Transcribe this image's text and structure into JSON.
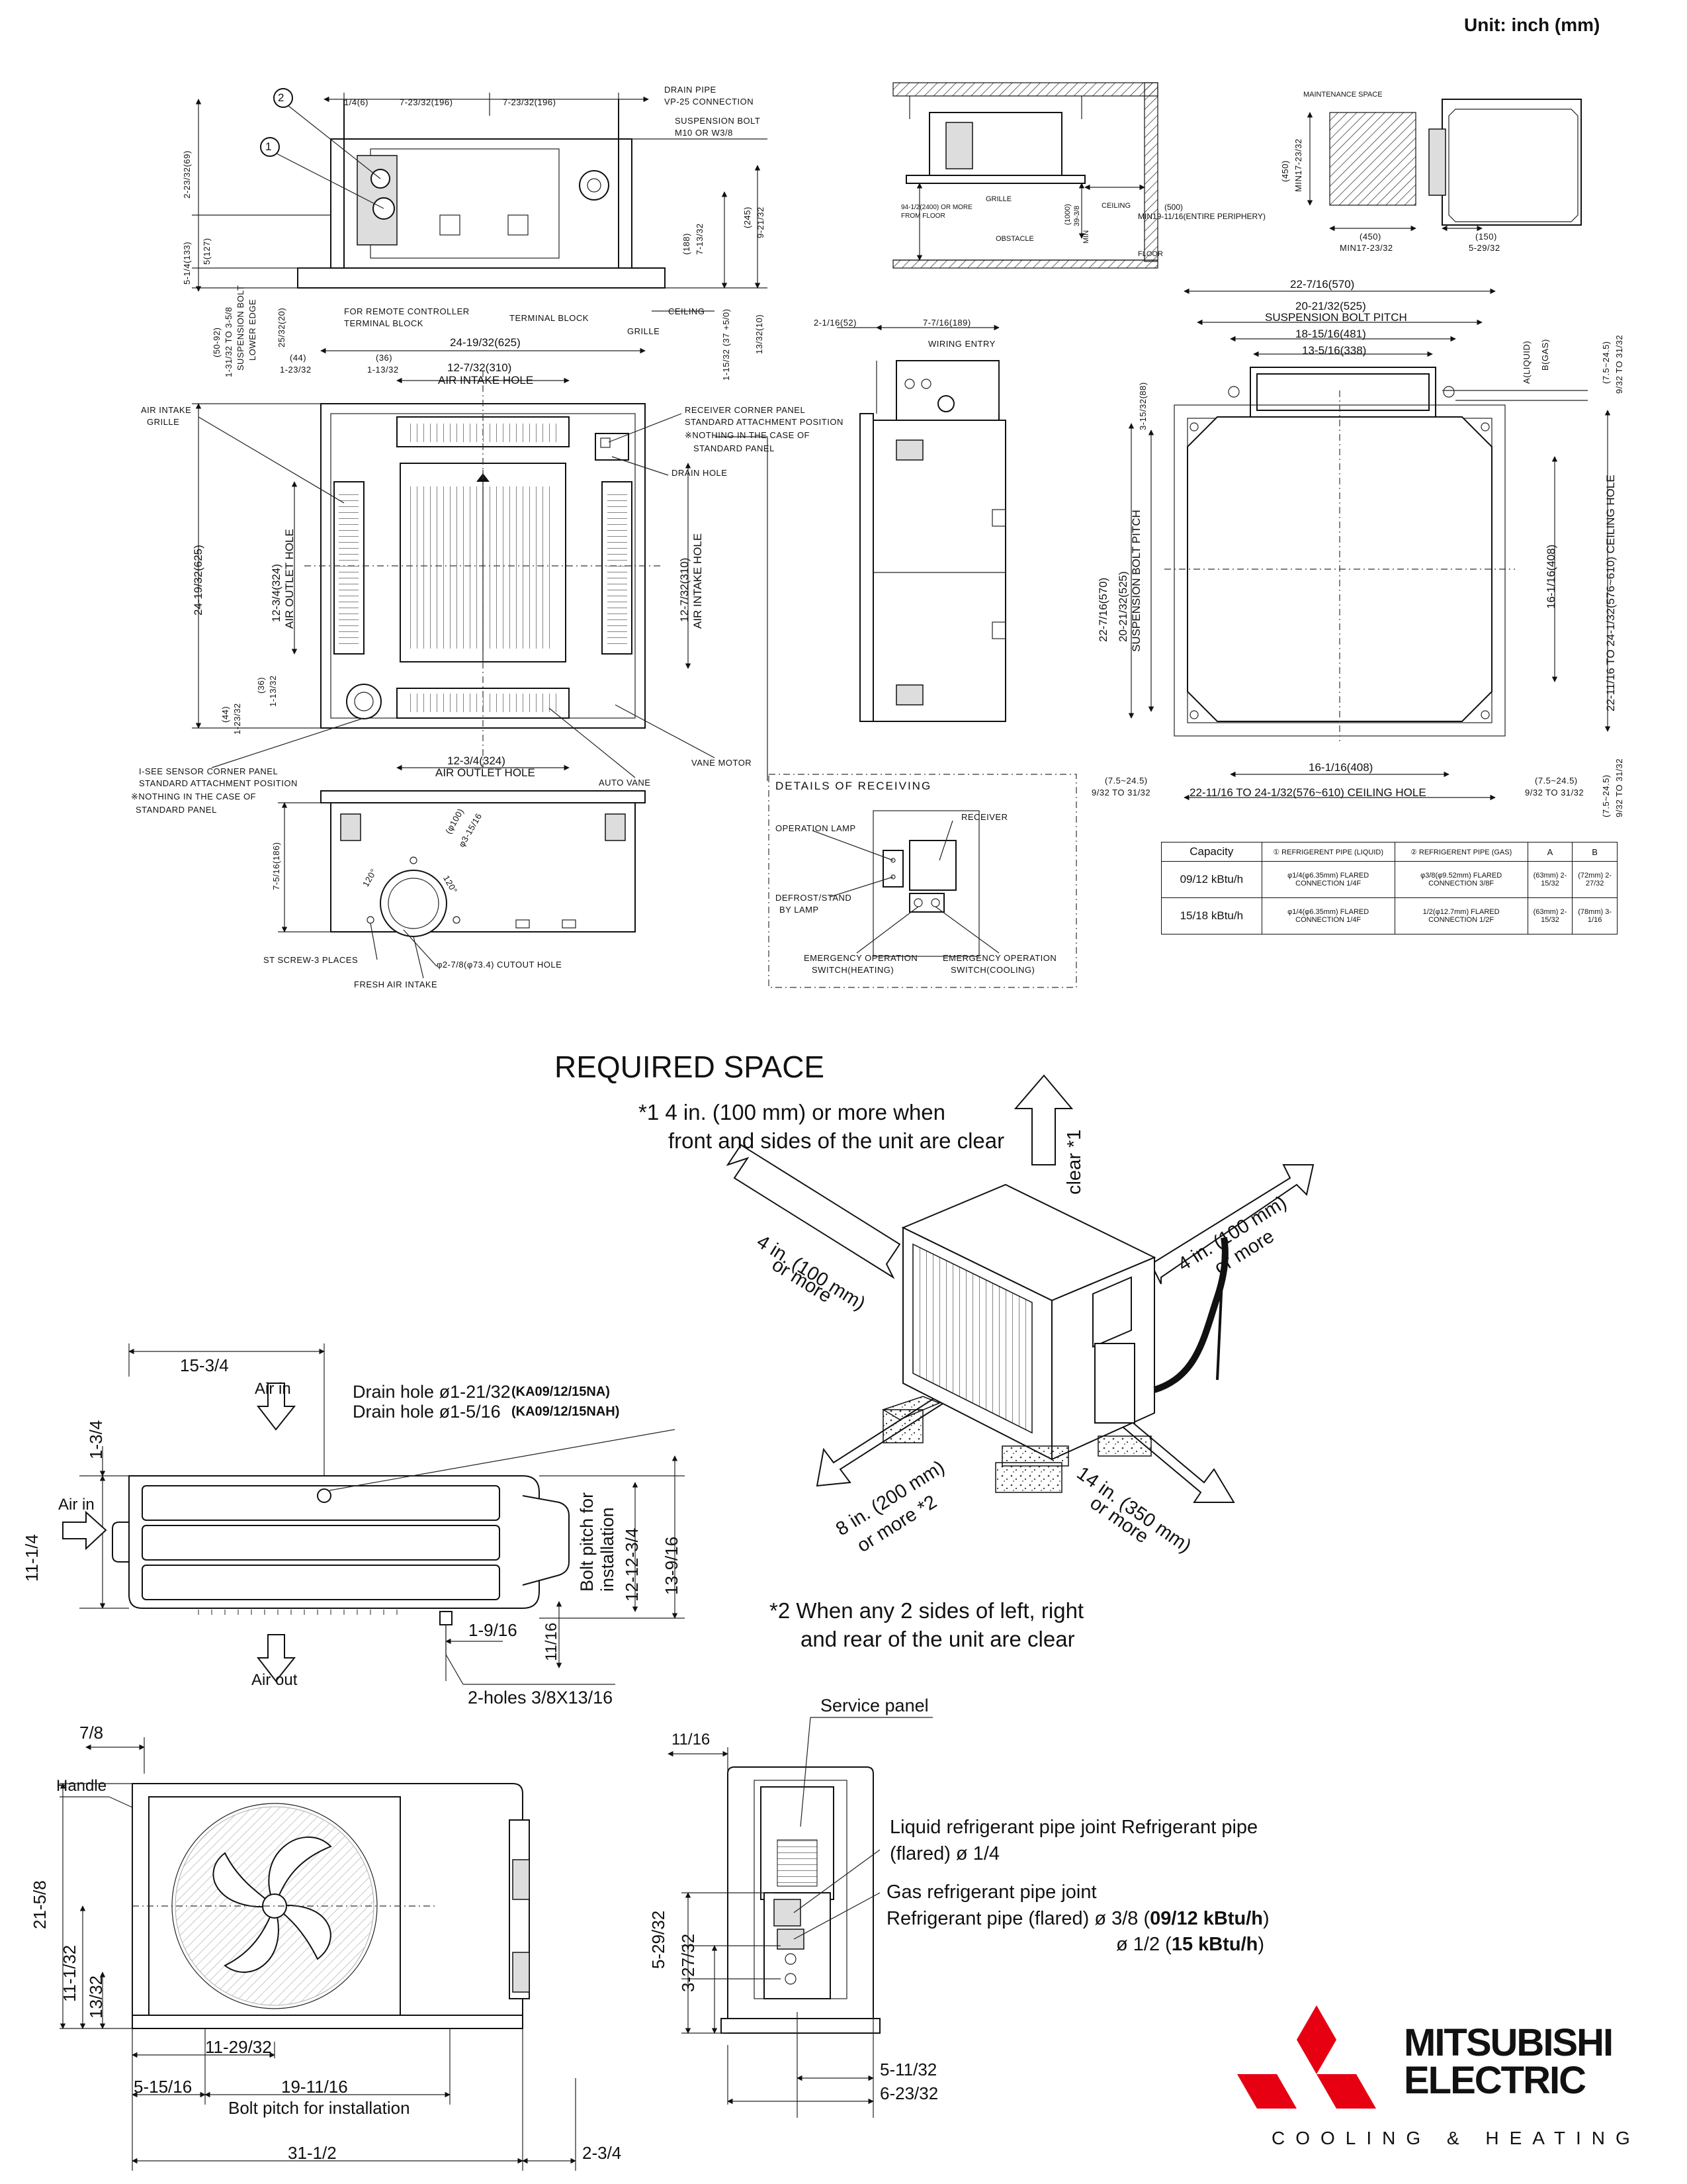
{
  "unit_label": "Unit: inch (mm)",
  "indoor": {
    "callouts": [
      "1",
      "2"
    ],
    "top_view": {
      "dims_top": [
        "1/4(6)",
        "7-23/32(196)",
        "7-23/32(196)"
      ],
      "drain_pipe": "DRAIN PIPE",
      "drain_pipe_spec": "VP-25 CONNECTION",
      "suspension_bolt": "SUSPENSION BOLT",
      "suspension_bolt_spec": "M10 OR W3/8",
      "left_dims": [
        "2-23/32(69)",
        "5-1/4(133)",
        "5(127)"
      ],
      "right_dims": [
        "(188)",
        "7-13/32",
        "(245)",
        "9-21/32"
      ],
      "remote_terminal": "FOR REMOTE CONTROLLER",
      "remote_terminal_2": "TERMINAL BLOCK",
      "terminal_block": "TERMINAL BLOCK",
      "ceiling": "CEILING",
      "grille": "GRILLE",
      "dim_25_32": "25/32(20)",
      "dim_bolt_left": "(50-92)",
      "dim_bolt_left_2": "1-31/32 TO 3-5/8",
      "suspension_bolt_lower": "SUSPENSION BOLT",
      "lower_edge": "LOWER EDGE",
      "dim_13_32": "13/32(10)",
      "dim_37": "1-15/32 (37 +5/0)"
    },
    "front_view": {
      "dim_24": "24-19/32(625)",
      "dim_44": "(44)",
      "dim_44b": "1-23/32",
      "dim_36": "(36)",
      "dim_36b": "1-13/32",
      "air_intake_hole_dim": "12-7/32(310)",
      "air_intake_hole": "AIR INTAKE HOLE",
      "air_intake_grille": "AIR INTAKE",
      "air_intake_grille_2": "GRILLE",
      "receiver_panel": "RECEIVER CORNER PANEL",
      "receiver_panel_2": "STANDARD ATTACHMENT POSITION",
      "receiver_panel_3": "※NOTHING IN THE CASE OF",
      "receiver_panel_4": "STANDARD PANEL",
      "drain_hole": "DRAIN HOLE",
      "left_height": "24-19/32(625)",
      "outlet_left_dim": "12-3/4(324)",
      "outlet_left": "AIR OUTLET HOLE",
      "intake_right_dim": "12-7/32(310)",
      "intake_right": "AIR INTAKE HOLE",
      "dim_36_side": "(36)",
      "dim_36_side_b": "1-13/32",
      "dim_44_side": "(44)",
      "dim_44_side_b": "1-23/32",
      "outlet_bottom_dim": "12-3/4(324)",
      "outlet_bottom": "AIR OUTLET HOLE",
      "isee_1": "I-SEE SENSOR CORNER PANEL",
      "isee_2": "STANDARD ATTACHMENT POSITION",
      "isee_3": "※NOTHING IN THE CASE OF",
      "isee_4": "STANDARD PANEL",
      "auto_vane": "AUTO VANE",
      "vane_motor": "VANE MOTOR"
    },
    "bottom_view": {
      "left_dim": "7-5/16(186)",
      "dia_a": "(φ100)",
      "dia_b": "φ3-15/16",
      "angle_a": "120°",
      "angle_b": "120°",
      "st_screw": "ST SCREW-3 PLACES",
      "cutout": "φ2-7/8(φ73.4) CUTOUT HOLE",
      "fresh_air": "FRESH AIR INTAKE"
    },
    "side_view": {
      "dim_52": "2-1/16(52)",
      "dim_189": "7-7/16(189)",
      "wiring_entry": "WIRING ENTRY",
      "dim_88": "3-15/32(88)"
    },
    "details": {
      "title": "DETAILS OF RECEIVING",
      "operation_lamp": "OPERATION LAMP",
      "receiver": "RECEIVER",
      "defrost_1": "DEFROST/STAND",
      "defrost_2": "BY LAMP",
      "emerg_heat_1": "EMERGENCY OPERATION",
      "emerg_heat_2": "SWITCH(HEATING)",
      "emerg_cool_1": "EMERGENCY OPERATION",
      "emerg_cool_2": "SWITCH(COOLING)"
    },
    "installation": {
      "grille": "GRILLE",
      "ceiling": "CEILING",
      "floor_note_1": "94-1/2(2400) OR MORE",
      "floor_note_2": "FROM FLOOR",
      "obstacle": "OBSTACLE",
      "floor": "FLOOR",
      "min_1": "(1000)",
      "min_2": "39-3/8",
      "min_3": "MIN",
      "min_500_1": "(500)",
      "min_500_2": "MIN19-11/16(ENTIRE PERIPHERY)"
    },
    "maintenance": {
      "label": "MAINTENANCE SPACE",
      "dim_450_v1": "(450)",
      "dim_450_v2": "MIN17-23/32",
      "dim_450_h1": "(450)",
      "dim_450_h2": "MIN17-23/32",
      "dim_150_1": "(150)",
      "dim_150_2": "5-29/32"
    },
    "ceiling_plan": {
      "dim_570": "22-7/16(570)",
      "dim_525": "20-21/32(525)",
      "suspension_pitch": "SUSPENSION BOLT PITCH",
      "dim_481": "18-15/16(481)",
      "dim_338": "13-5/16(338)",
      "a_liquid": "A(LIQUID)",
      "b_gas": "B(GAS)",
      "right_top_1": "(7.5~24.5)",
      "right_top_2": "9/32 TO 31/32",
      "left_570": "22-7/16(570)",
      "left_525": "20-21/32(525)",
      "left_pitch": "SUSPENSION BOLT PITCH",
      "right_408": "16-1/16(408)",
      "ceiling_hole_v": "22-11/16 TO 24-1/32(576~610) CEILING HOLE",
      "bottom_408": "16-1/16(408)",
      "bl_1": "(7.5~24.5)",
      "bl_2": "9/32 TO 31/32",
      "ceiling_hole_h": "22-11/16 TO 24-1/32(576~610) CEILING HOLE",
      "br_1": "(7.5~24.5)",
      "br_2": "9/32 TO 31/32",
      "rb_1": "(7.5~24.5)",
      "rb_2": "9/32 TO 31/32"
    },
    "table": {
      "headers": [
        "Capacity",
        "① REFRIGERENT PIPE (LIQUID)",
        "② REFRIGERENT PIPE (GAS)",
        "A",
        "B"
      ],
      "rows": [
        [
          "09/12 kBtu/h",
          "φ1/4(φ6.35mm) FLARED CONNECTION 1/4F",
          "φ3/8(φ9.52mm) FLARED CONNECTION 3/8F",
          "(63mm) 2-15/32",
          "(72mm) 2-27/32"
        ],
        [
          "15/18 kBtu/h",
          "φ1/4(φ6.35mm) FLARED CONNECTION 1/4F",
          "1/2(φ12.7mm) FLARED CONNECTION 1/2F",
          "(63mm) 2-15/32",
          "(78mm) 3-1/16"
        ]
      ]
    }
  },
  "required_space": {
    "title": "REQUIRED SPACE",
    "note1_a": "*1 4 in. (100 mm) or more when",
    "note1_b": "front and sides of the unit are clear",
    "clear": "clear *1",
    "left_a": "4 in. (100 mm)",
    "left_b": "or more",
    "right_a": "4 in. (100 mm)",
    "right_b": "or more",
    "front_a": "8 in. (200 mm)",
    "front_b": "or more *2",
    "rear_a": "14 in. (350 mm)",
    "rear_b": "or more",
    "note2_a": "*2 When any 2 sides of left, right",
    "note2_b": "and rear of the unit are clear"
  },
  "outdoor_top": {
    "dim_15_3_4": "15-3/4",
    "air_in_top": "Air in",
    "drain_1": "Drain hole ø1-21/32",
    "drain_1_model": "(KA09/12/15NA)",
    "drain_2": "Drain hole ø1-5/16",
    "drain_2_model": "(KA09/12/15NAH)",
    "dim_1_3_4": "1-3/4",
    "air_in_left": "Air in",
    "dim_11_1_4": "11-1/4",
    "bolt_pitch_1": "Bolt pitch for",
    "bolt_pitch_2": "installation",
    "dim_12_12_3_4": "12-12-3/4",
    "dim_13_9_16": "13-9/16",
    "dim_1_9_16": "1-9/16",
    "dim_11_16": "11/16",
    "air_out": "Air out",
    "holes": "2-holes 3/8X13/16"
  },
  "outdoor_front": {
    "dim_7_8": "7/8",
    "handle": "Handle",
    "dim_21_5_8": "21-5/8",
    "dim_11_1_32": "11-1/32",
    "dim_13_32": "13/32",
    "dim_11_29_32": "11-29/32",
    "dim_5_15_16": "5-15/16",
    "dim_19_11_16": "19-11/16",
    "bolt_pitch": "Bolt pitch for installation",
    "dim_31_1_2": "31-1/2",
    "dim_2_3_4": "2-3/4"
  },
  "outdoor_side": {
    "dim_11_16": "11/16",
    "service_panel": "Service panel",
    "dim_5_29_32": "5-29/32",
    "dim_3_27_32": "3-27/32",
    "dim_5_11_32": "5-11/32",
    "dim_6_23_32": "6-23/32",
    "liquid_1": "Liquid refrigerant pipe joint Refrigerant pipe",
    "liquid_2": "(flared) ø 1/4",
    "gas_1": "Gas refrigerant pipe joint",
    "gas_2a": "Refrigerant pipe (flared) ø 3/8 (",
    "gas_2b": "09/12 kBtu/h",
    "gas_2c": ")",
    "gas_3a": "ø 1/2 (",
    "gas_3b": "15 kBtu/h",
    "gas_3c": ")"
  },
  "logo": {
    "line1": "MITSUBISHI",
    "line2": "ELECTRIC",
    "tagline": "COOLING & HEATING",
    "color": "#e60012"
  }
}
